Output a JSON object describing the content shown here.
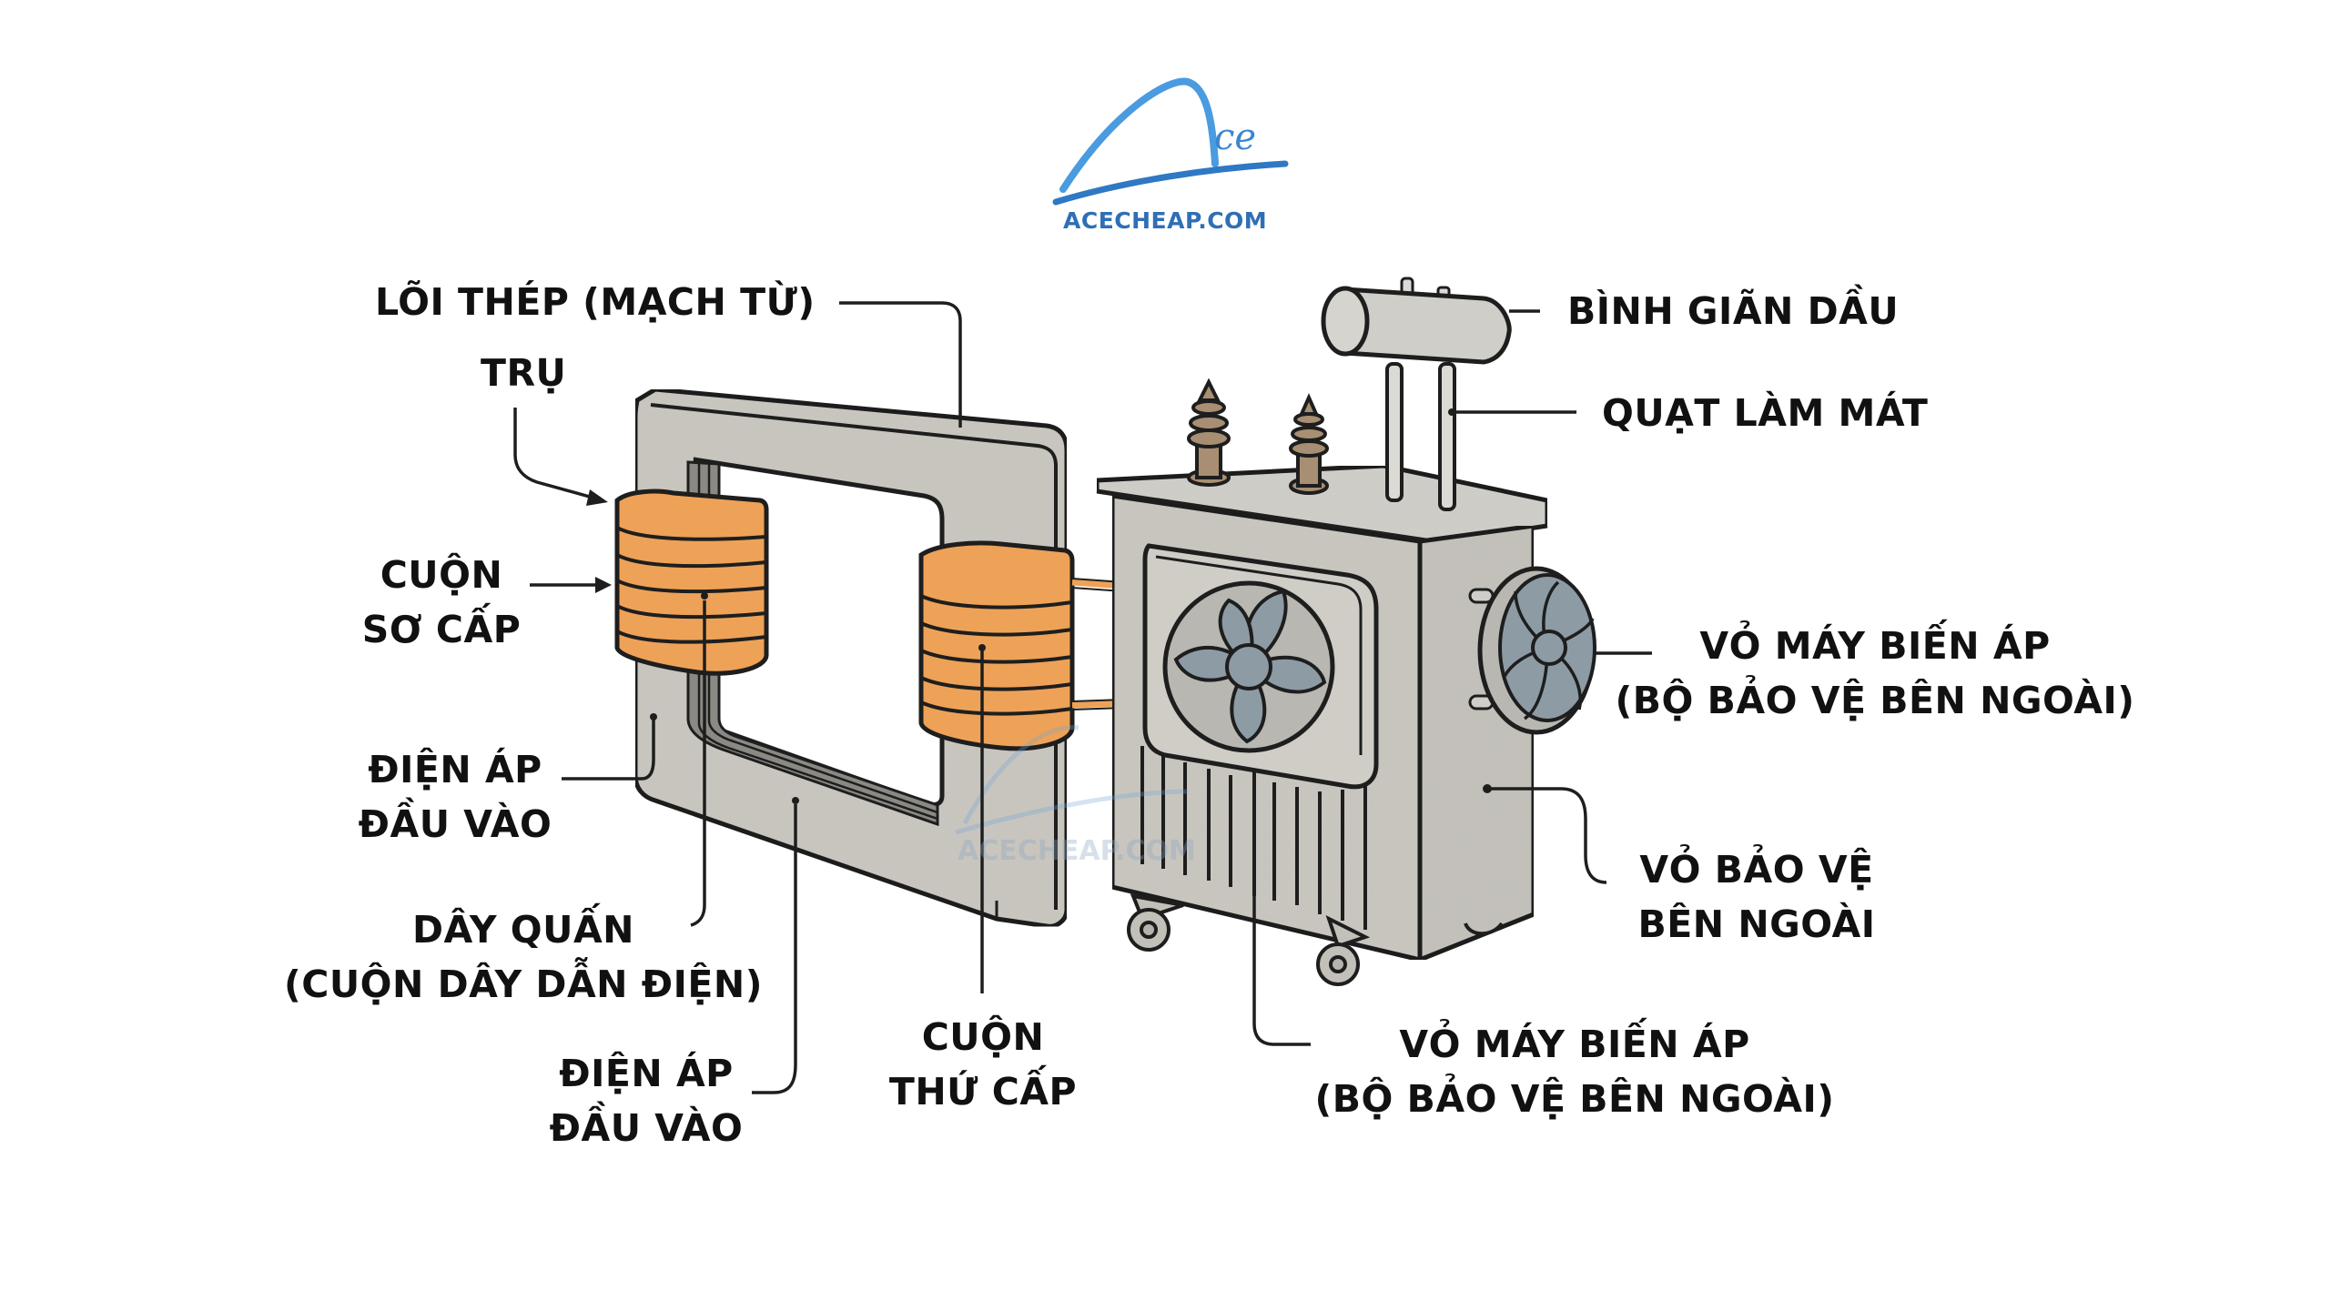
{
  "logo": {
    "mark": "ce",
    "brand": "ACECHEAP.COM",
    "color": "#3a86cf"
  },
  "watermark": {
    "text": "ACECHEAP.COM"
  },
  "colors": {
    "core_gray": "#c9c7c0",
    "core_dark_laminations": "#8a8984",
    "coil_orange": "#eea257",
    "fan_blade": "#8d9ba5",
    "bushing_brown": "#a88f73",
    "outline": "#1e1e1e",
    "label_text": "#111111"
  },
  "labels": {
    "core": "LÕI THÉP (MẠCH TỪ)",
    "limb": "TRỤ",
    "primary": [
      "CUỘN",
      "SƠ CẤP"
    ],
    "input_voltage_1": [
      "ĐIỆN ÁP",
      "ĐẦU VÀO"
    ],
    "winding": [
      "DÂY QUẤN",
      "(CUỘN DÂY DẪN ĐIỆN)"
    ],
    "input_voltage_2": [
      "ĐIỆN ÁP",
      "ĐẦU VÀO"
    ],
    "secondary": [
      "CUỘN",
      "THỨ CẤP"
    ],
    "conservator": "BÌNH GIÃN DẦU",
    "cooling_fan": "QUẠT LÀM MÁT",
    "housing_right": [
      "VỎ MÁY BIẾN ÁP",
      "(BỘ BẢO VỆ BÊN NGOÀI)"
    ],
    "outer_shell": [
      "VỎ BẢO VỆ",
      "BÊN NGOÀI"
    ],
    "housing_bottom": [
      "VỎ MÁY BIẾN ÁP",
      "(BỘ BẢO VỆ BÊN NGOÀI)"
    ]
  }
}
